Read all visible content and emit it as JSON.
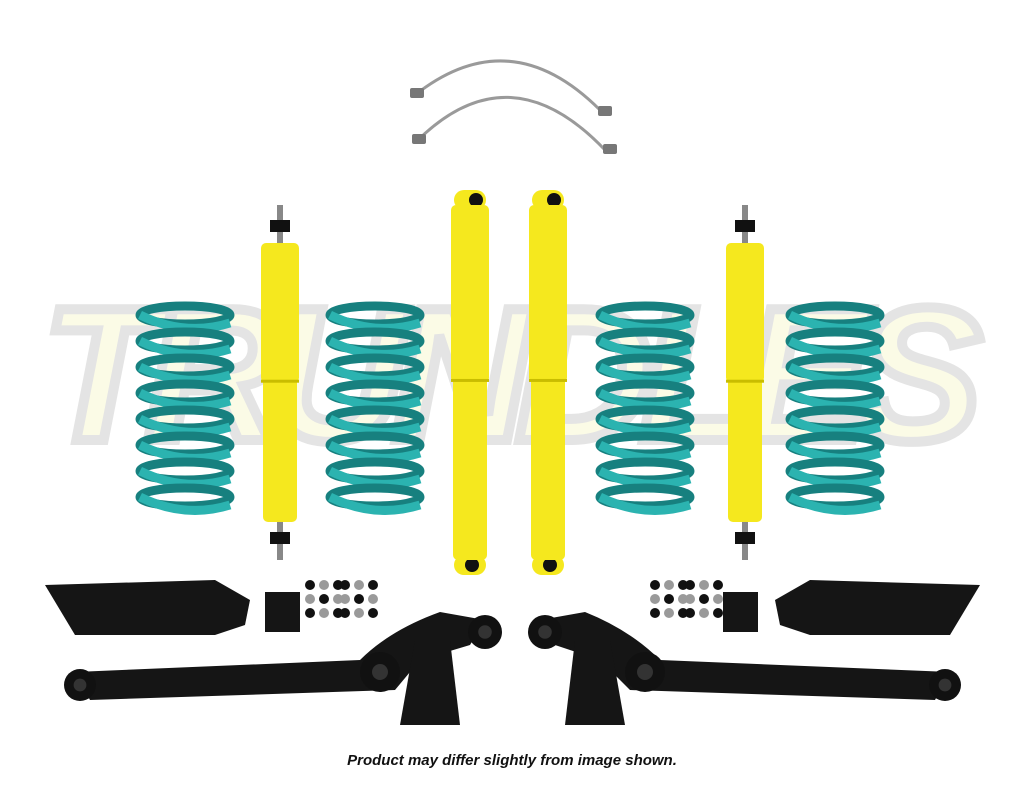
{
  "watermark": {
    "text": "TRUNDLES",
    "fill": "#fbfbe6",
    "outline": "#e4e4e4"
  },
  "caption": "Product may differ slightly from image shown.",
  "colors": {
    "spring": "#2bb3b0",
    "spring_dark": "#17807f",
    "shock": "#f5e81e",
    "shock_dark": "#c9bd00",
    "bracket": "#151515",
    "brake_line": "#9a9a9a"
  },
  "items": {
    "springs": 4,
    "shocks": 4,
    "brake_lines": 2,
    "control_arms": 2,
    "brackets": 4
  }
}
